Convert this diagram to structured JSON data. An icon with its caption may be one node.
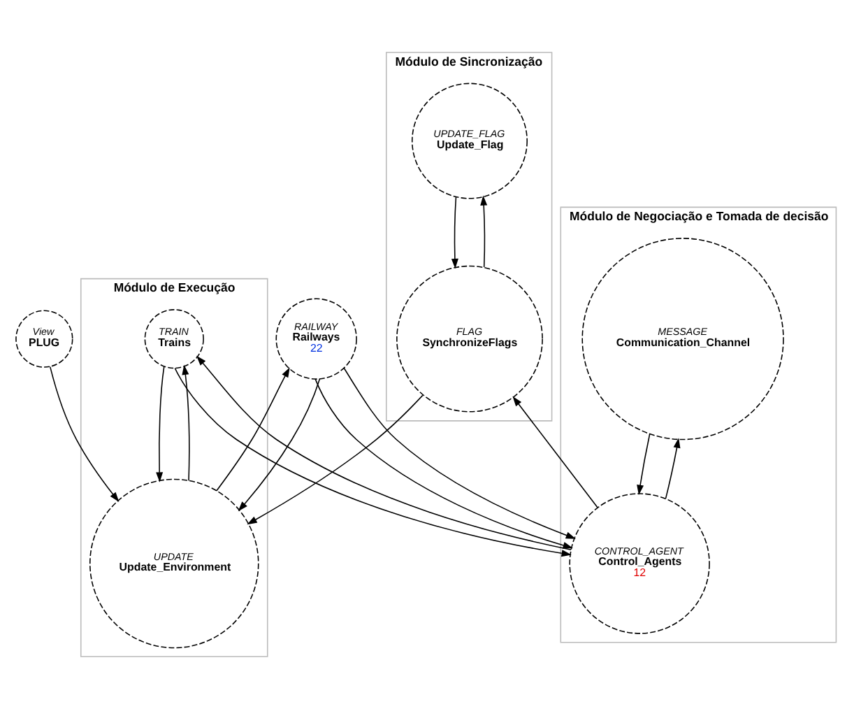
{
  "diagram": {
    "nodes": [
      {
        "text": [
          "Módulo de Sincronização"
        ]
      },
      {
        "text": [
          "UPDATE_FLAG",
          "Update_Flag"
        ],
        "in": 0
      },
      {
        "text": [
          "FLAG",
          "SynchronizeFlags"
        ],
        "in": 0
      },
      {
        "text": [
          "Módulo de Negociação e Tomada de decisão"
        ]
      },
      {
        "text": [
          "MESSAGE",
          "Communication_Channel"
        ],
        "in": 3
      },
      {
        "text": [
          "CONTROL_AGENT",
          "Control_Agents",
          "12"
        ],
        "in": 3
      },
      {
        "text": [
          "Módulo de Execução"
        ]
      },
      {
        "text": [
          "TRAIN",
          "Trains"
        ],
        "in": 6
      },
      {
        "text": [
          "RAILWAY",
          "Railways",
          "22"
        ]
      },
      {
        "text": [
          "UPDATE",
          "Update_Environment"
        ],
        "in": 6
      },
      {
        "text": [
          "View",
          "PLUG"
        ]
      }
    ],
    "edges": [
      {
        "from": 1,
        "to": 2,
        "arrow": "to"
      },
      {
        "from": 2,
        "to": 1,
        "arrow": "to"
      },
      {
        "from": 4,
        "to": 5,
        "arrow": "to"
      },
      {
        "from": 5,
        "to": 4,
        "arrow": "to"
      },
      {
        "from": 5,
        "to": 2,
        "arrow": "to"
      },
      {
        "from": 7,
        "to": 5,
        "arrow": "to"
      },
      {
        "from": 5,
        "to": 7,
        "arrow": "to"
      },
      {
        "from": 8,
        "to": 5,
        "arrow": "to"
      },
      {
        "from": 8,
        "to": 5,
        "arrow": "to"
      },
      {
        "from": 8,
        "to": 9,
        "arrow": "to"
      },
      {
        "from": 9,
        "to": 8,
        "arrow": "to"
      },
      {
        "from": 9,
        "to": 7,
        "arrow": "to"
      },
      {
        "from": 7,
        "to": 9,
        "arrow": "to"
      },
      {
        "from": 2,
        "to": 9,
        "arrow": "to"
      },
      {
        "from": 10,
        "to": 9,
        "arrow": "to"
      }
    ]
  }
}
